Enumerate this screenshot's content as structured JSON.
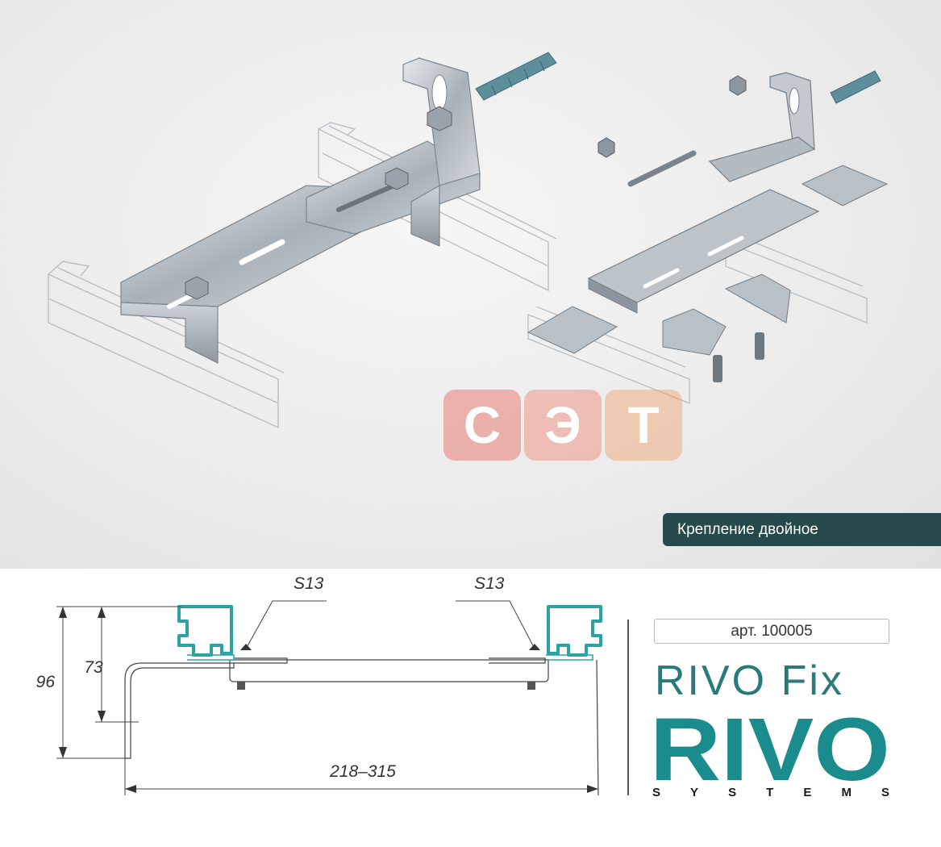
{
  "product_label": "Крепление двойное",
  "watermark": {
    "letters": [
      "С",
      "Э",
      "Т"
    ]
  },
  "sku": "арт. 100005",
  "product_name": "RIVO Fix",
  "brand": {
    "name": "RIVO",
    "tagline": "SYSTEMS"
  },
  "drawing": {
    "callout_left": "S13",
    "callout_right": "S13",
    "dim_height_outer": "96",
    "dim_height_inner": "73",
    "dim_width": "218–315"
  },
  "colors": {
    "label_bg": "#264a4c",
    "accent_teal": "#2a7a7c",
    "logo_teal": "#1b8c8e",
    "profile_teal": "#2aa3a5"
  }
}
